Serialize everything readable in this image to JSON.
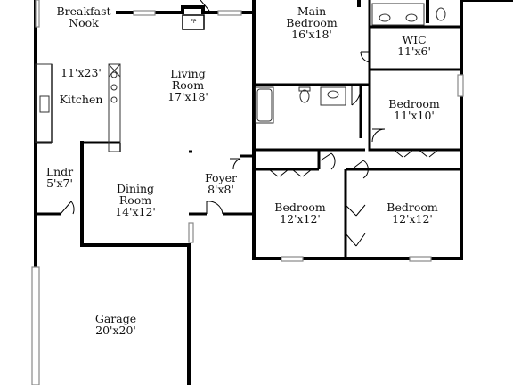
{
  "rooms": {
    "breakfast_nook": {
      "name": "Breakfast",
      "name2": "Nook"
    },
    "kitchen": {
      "dims": "11'x23'",
      "name": "Kitchen"
    },
    "living": {
      "name": "Living",
      "name2": "Room",
      "dims": "17'x18'"
    },
    "main_bedroom": {
      "name": "Main",
      "name2": "Bedroom",
      "dims": "16'x18'"
    },
    "wic": {
      "name": "WIC",
      "dims": "11'x6'"
    },
    "bedroom_2": {
      "name": "Bedroom",
      "dims": "11'x10'"
    },
    "laundry": {
      "name": "Lndr",
      "dims": "5'x7'"
    },
    "dining": {
      "name": "Dining",
      "name2": "Room",
      "dims": "14'x12'"
    },
    "foyer": {
      "name": "Foyer",
      "dims": "8'x8'"
    },
    "bedroom_3": {
      "name": "Bedroom",
      "dims": "12'x12'"
    },
    "bedroom_4": {
      "name": "Bedroom",
      "dims": "12'x12'"
    },
    "garage": {
      "name": "Garage",
      "dims": "20'x20'"
    }
  },
  "fireplace": {
    "label": "FP"
  },
  "colors": {
    "wall": "#000000",
    "fixture": "#333333",
    "window": "#888888",
    "background": "#ffffff"
  }
}
